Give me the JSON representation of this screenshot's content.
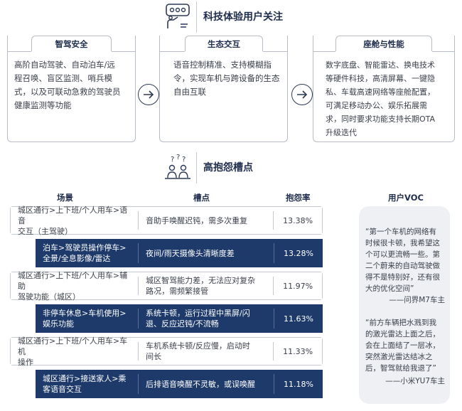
{
  "section1": {
    "title": "科技体验用户关注"
  },
  "cards": [
    {
      "title": "智驾安全",
      "body": [
        "高阶自动驾驶、自动泊车/远",
        "程召唤、盲区监测、哨兵模",
        "式，以及可联动急救的驾驶员",
        "健康监测等功能"
      ]
    },
    {
      "title": "生态交互",
      "body": [
        "语音控制精准、支持模糊指",
        "令，实现车机与跨设备的生态",
        "自由互联"
      ]
    },
    {
      "title": "座舱与性能",
      "body": [
        "数字底盘、智能雷达、换电技术",
        "等硬件科技，高清屏幕、一键隐",
        "私、车载高速网络等座舱配置，",
        "可满足移动办公、娱乐拓展需",
        "求，同时要求功能支持长期OTA",
        "升级迭代"
      ]
    }
  ],
  "section2": {
    "title": "高抱怨槽点"
  },
  "table": {
    "headers": {
      "scene": "场景",
      "pain": "槽点",
      "rate": "抱怨率",
      "voc": "用户VOC"
    },
    "rows": [
      {
        "scene": [
          "城区通行>上下班/个人用车>语音",
          "交互（主驾驶）"
        ],
        "pain": [
          "音助手唤醒迟钝，需多次重复"
        ],
        "rate": "13.38%",
        "style": "light"
      },
      {
        "scene": [
          "泊车>驾驶员操作停车>",
          "全景/全息影像/雷达"
        ],
        "pain": [
          "夜间/雨天摄像头清晰度差"
        ],
        "rate": "13.28%",
        "style": "dark"
      },
      {
        "scene": [
          "城区通行>上下班/个人用车>辅助",
          "驾驶功能（城区）"
        ],
        "pain": [
          "城区智驾能力差，无法应对复杂",
          "路况，需频繁接管"
        ],
        "rate": "11.97%",
        "style": "light"
      },
      {
        "scene": [
          "非停车休息>车机使用>",
          "娱乐功能"
        ],
        "pain": [
          "系统卡顿，运行过程中黑屏/闪",
          "退、反应迟钝/不流畅"
        ],
        "rate": "11.63%",
        "style": "dark"
      },
      {
        "scene": [
          "城区通行>上下班/个人用车>车机",
          "操作"
        ],
        "pain": [
          "车机系统卡顿/反应慢，启动时",
          "间长"
        ],
        "rate": "11.33%",
        "style": "light"
      },
      {
        "scene": [
          "城区通行>接送家人>乘",
          "客语音交互"
        ],
        "pain": [
          "后排语音唤醒不灵敏，或误唤醒"
        ],
        "rate": "11.18%",
        "style": "dark"
      }
    ]
  },
  "voc": [
    {
      "text": [
        "“第一个车机的网络有",
        "时候很卡顿，我希望这",
        "个可以更流畅一些。第",
        "二个蔚来的自动驾驶做",
        "得不是特别好，还有很",
        "大的优化空间”"
      ],
      "sign": "——问界M7车主"
    },
    {
      "text": [
        "“前方车辆把水溅到我",
        "的激光雷达上面之后，",
        "会在上面结了一层冰，",
        "突然激光雷达结冰之",
        "后，智驾就给我退了”"
      ],
      "sign": "——小米YU7车主"
    }
  ],
  "colors": {
    "navy": "#1e3a6a",
    "title": "#1f2d4d",
    "border": "#b7bcc6",
    "voc_bg": "#eef0f3"
  }
}
